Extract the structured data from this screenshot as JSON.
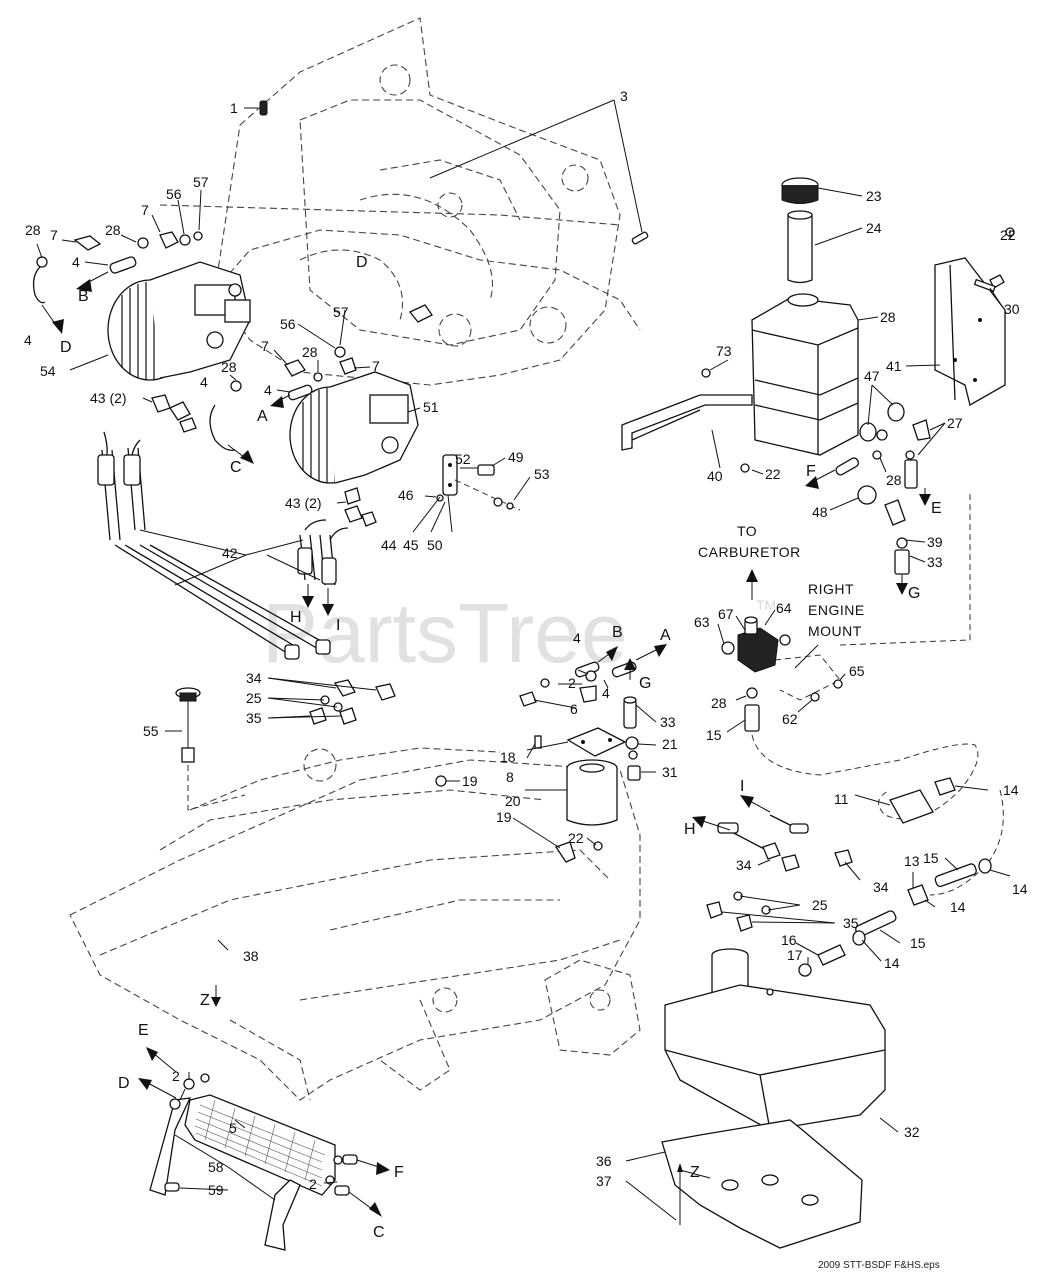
{
  "diagram": {
    "callouts": {
      "c1": "1",
      "c3": "3",
      "c28a": "28",
      "c7a": "7",
      "c28b": "28",
      "c7b": "7",
      "c56a": "56",
      "c57a": "57",
      "c4a": "4",
      "c4b": "4",
      "c54": "54",
      "c57b": "57",
      "c56b": "56",
      "c28c": "28",
      "c7c": "7",
      "c7d": "7",
      "c4c": "4",
      "c28d": "28",
      "c4d": "4",
      "c43a": "43 (2)",
      "c51": "51",
      "c52": "52",
      "c49": "49",
      "c43b": "43 (2)",
      "c46": "46",
      "c53": "53",
      "c44": "44",
      "c45": "45",
      "c50": "50",
      "c42": "42",
      "c34a": "34",
      "c25a": "25",
      "c35a": "35",
      "c55": "55",
      "c19a": "19",
      "c20": "20",
      "c19b": "19",
      "c22a": "22",
      "c38": "38",
      "c18": "18",
      "c8": "8",
      "c33a": "33",
      "c21": "21",
      "c31": "31",
      "c4e": "4",
      "c2a": "2",
      "c4f": "4",
      "c6": "6",
      "c23": "23",
      "c24": "24",
      "c22b": "22",
      "c30": "30",
      "c28e": "28",
      "c41": "41",
      "c73": "73",
      "c47": "47",
      "c27": "27",
      "c40": "40",
      "c22c": "22",
      "c28f": "28",
      "c48": "48",
      "c39": "39",
      "c33b": "33",
      "c63": "63",
      "c67": "67",
      "c64": "64",
      "c65": "65",
      "c28g": "28",
      "c62": "62",
      "c15a": "15",
      "c11": "11",
      "c14a": "14",
      "c34b": "34",
      "c34c": "34",
      "c25b": "25",
      "c35b": "35",
      "c13": "13",
      "c15b": "15",
      "c14b": "14",
      "c14c": "14",
      "c15c": "15",
      "c16": "16",
      "c14d": "14",
      "c17": "17",
      "c32": "32",
      "c36": "36",
      "c37": "37",
      "c2b": "2",
      "c5": "5",
      "c58": "58",
      "c59": "59",
      "c2c": "2"
    },
    "flow_letters": {
      "fB1": "B",
      "fD1": "D",
      "fD2": "D",
      "fA1": "A",
      "fC1": "C",
      "fH1": "H",
      "fI1": "I",
      "fB2": "B",
      "fA2": "A",
      "fG1": "G",
      "fF1": "F",
      "fE1": "E",
      "fG2": "G",
      "fI2": "I",
      "fH2": "H",
      "fZ1": "Z",
      "fE2": "E",
      "fD3": "D",
      "fF2": "F",
      "fC2": "C",
      "fZ2": "Z"
    },
    "notes": {
      "to_carb_1": "TO",
      "to_carb_2": "CARBURETOR",
      "mount_1": "RIGHT",
      "mount_2": "ENGINE",
      "mount_3": "MOUNT"
    },
    "watermark": {
      "text": "PartsTree",
      "tm": "TM"
    },
    "filename": "2009 STT-BSDF F&HS.eps"
  }
}
